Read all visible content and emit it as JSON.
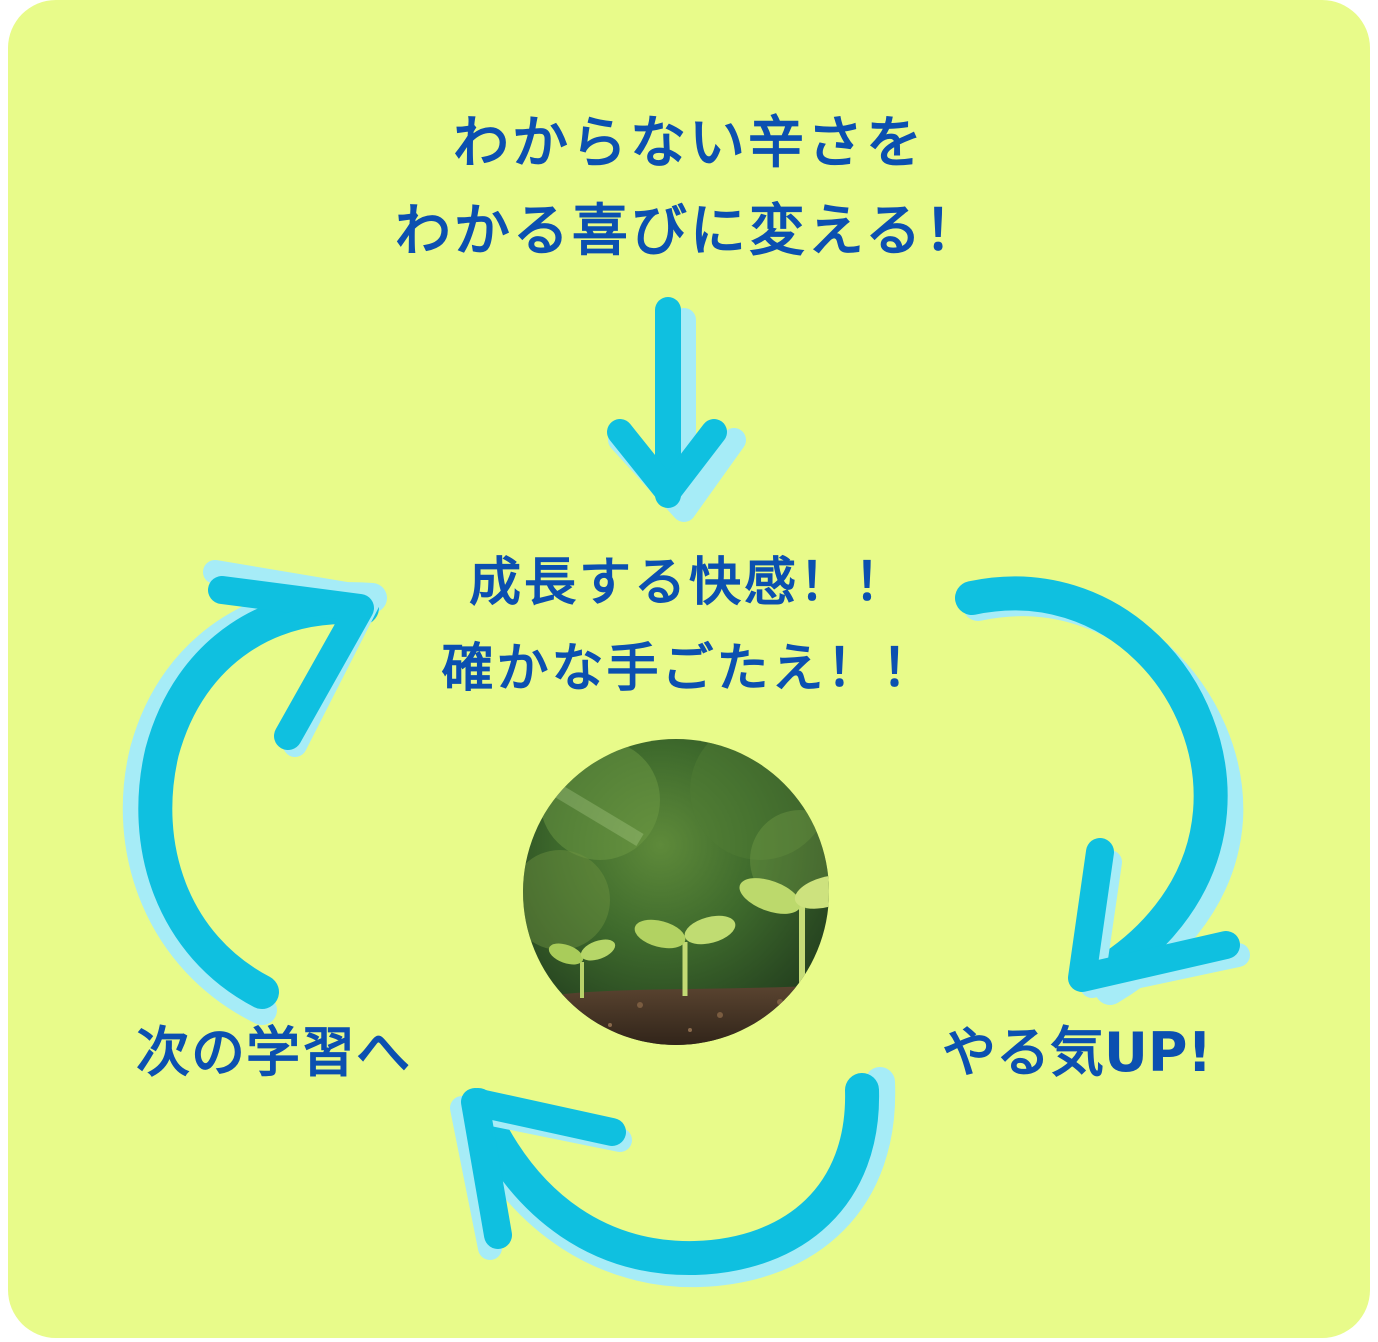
{
  "colors": {
    "background": "#e8fb8a",
    "arrow": "#0fc0e0",
    "arrow_shadow": "#a6ecf7",
    "text": "#0b50b0"
  },
  "headline": {
    "line1": "わからない辛さを",
    "line2": "わかる喜びに変える！"
  },
  "center": {
    "line1": "成長する快感！！",
    "line2": "確かな手ごたえ！！"
  },
  "labels": {
    "right": "やる気UP!",
    "left": "次の学習へ"
  },
  "image": {
    "subject": "seedlings-growing-in-soil"
  },
  "arrows": [
    {
      "name": "down-arrow-icon",
      "from": "headline",
      "to": "center"
    },
    {
      "name": "curved-arrow-right-icon",
      "from": "center",
      "to": "label-right"
    },
    {
      "name": "curved-arrow-bottom-icon",
      "from": "label-right",
      "to": "label-left"
    },
    {
      "name": "curved-arrow-left-icon",
      "from": "label-left",
      "to": "center"
    }
  ]
}
